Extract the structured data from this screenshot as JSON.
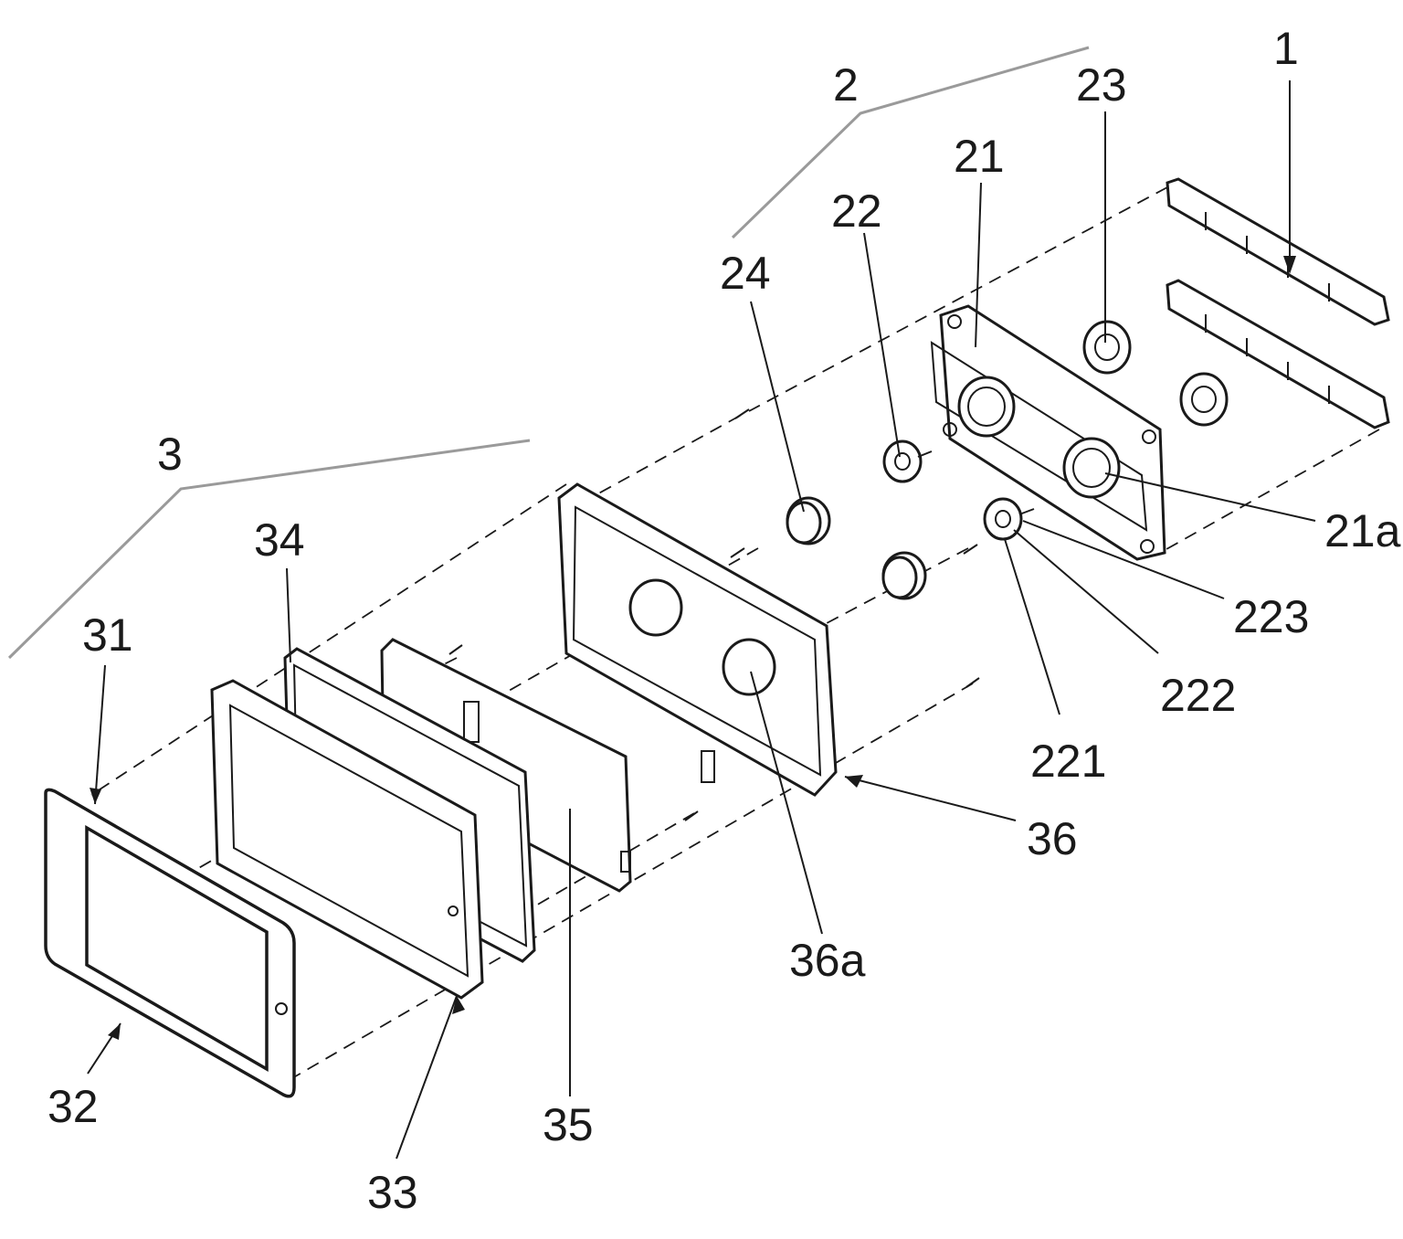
{
  "figure": {
    "labels": {
      "l1": "1",
      "l2": "2",
      "l3": "3",
      "l21": "21",
      "l21a": "21a",
      "l22": "22",
      "l23": "23",
      "l24": "24",
      "l31": "31",
      "l32": "32",
      "l33": "33",
      "l34": "34",
      "l35": "35",
      "l36": "36",
      "l36a": "36a",
      "l221": "221",
      "l222": "222",
      "l223": "223"
    }
  }
}
